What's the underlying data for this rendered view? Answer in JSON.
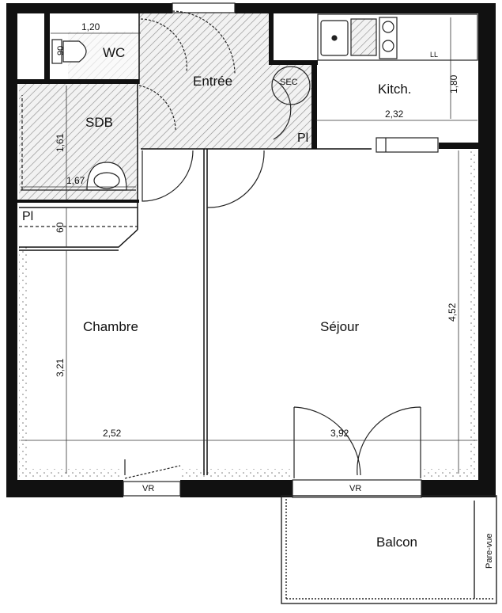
{
  "rooms": {
    "entree": "Entrée",
    "kitchen": "Kitch.",
    "wc": "WC",
    "bathroom": "SDB",
    "bedroom": "Chambre",
    "living": "Séjour",
    "balcony": "Balcon"
  },
  "tags": {
    "sec": "SEC",
    "pl_top": "Pl",
    "pl_left": "Pl",
    "ll": "LL",
    "vr_left": "VR",
    "vr_right": "VR",
    "pare_vue": "Pare-vue",
    "wc_90": "90"
  },
  "dimensions": {
    "wc_width": "1,20",
    "kitchen_height": "1,80",
    "kitchen_width": "2,32",
    "sdb_height": "1,61",
    "sdb_width": "1,67",
    "placard_60": "60",
    "bedroom_height": "3,21",
    "bedroom_width": "2,52",
    "living_width": "3,92",
    "living_height": "4,52"
  }
}
